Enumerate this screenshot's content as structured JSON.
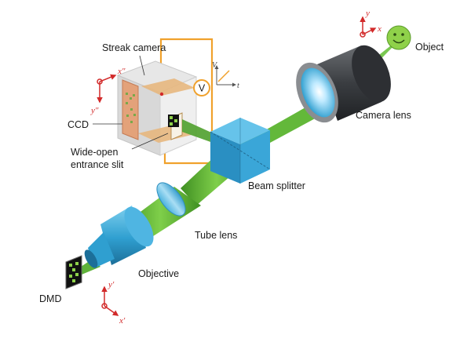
{
  "labels": {
    "streak_camera": "Streak camera",
    "object": "Object",
    "camera_lens": "Camera lens",
    "ccd": "CCD",
    "slit_line1": "Wide-open",
    "slit_line2": "entrance slit",
    "beam_splitter": "Beam splitter",
    "tube_lens": "Tube lens",
    "objective": "Objective",
    "dmd": "DMD"
  },
  "axes": {
    "object": {
      "x": "x",
      "y": "y"
    },
    "streak": {
      "x": "x\"",
      "y": "y\""
    },
    "dmd": {
      "x": "x'",
      "y": "y'"
    },
    "voltage": {
      "v": "V",
      "t": "t"
    }
  },
  "voltmeter_symbol": "V",
  "colors": {
    "beam": "#5fb23a",
    "lens_blue": "#2f9fd0",
    "cube_blue": "#2aa2d6",
    "wire_orange": "#f0a12c",
    "axis_red": "#d22a2a",
    "camera_dark": "#3a3d41",
    "face_green": "#8fd14a"
  }
}
